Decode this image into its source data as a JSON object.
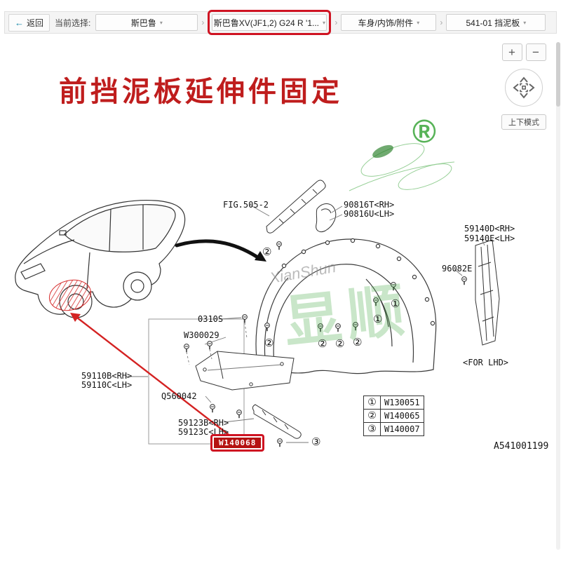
{
  "toolbar": {
    "back_label": "返回",
    "current_selection_label": "当前选择:",
    "separator": "›",
    "dropdown_caret": "▾",
    "dropdowns": [
      {
        "label": "斯巴鲁"
      },
      {
        "label": "斯巴鲁XV(JF1,2) G24 R '1..."
      },
      {
        "label": "车身/内饰/附件"
      },
      {
        "label": "541-01 挡泥板"
      }
    ]
  },
  "title": "前挡泥板延伸件固定",
  "controls": {
    "zoom_in": "+",
    "zoom_out": "−",
    "mode_label": "上下模式"
  },
  "watermark": {
    "registered": "®",
    "brand": "显顺",
    "brand_latin": "XianShun"
  },
  "diagram": {
    "labels": {
      "fig": "FIG.505-2",
      "p90816t": "90816T<RH>",
      "p90816u": "90816U<LH>",
      "p59140d": "59140D<RH>",
      "p59140e": "59140E<LH>",
      "p96082e": "96082E",
      "for_lhd": "<FOR LHD>",
      "p0310s": "0310S",
      "w300029": "W300029",
      "p59110b": "59110B<RH>",
      "p59110c": "59110C<LH>",
      "q560042": "Q560042",
      "p59123b": "59123B<RH>",
      "p59123c": "59123C<LH>",
      "w140068": "W140068"
    },
    "callouts": [
      "②",
      "②",
      "②",
      "②",
      "②",
      "①",
      "①",
      "③"
    ],
    "legend": [
      {
        "no": "①",
        "part": "W130051"
      },
      {
        "no": "②",
        "part": "W140065"
      },
      {
        "no": "③",
        "part": "W140007"
      }
    ],
    "drawing_no": "A541001199"
  }
}
